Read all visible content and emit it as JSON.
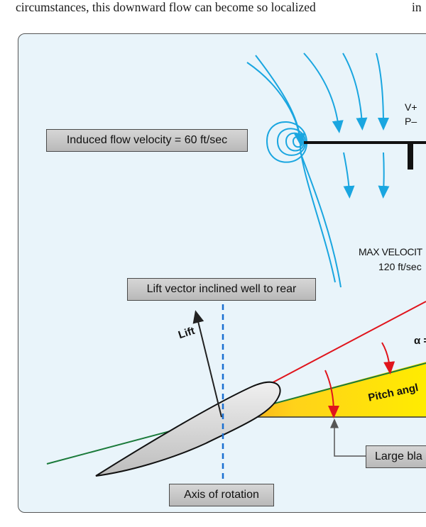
{
  "body_text": {
    "line": "circumstances, this downward flow can become so localized",
    "right_fragment": "in"
  },
  "labels": {
    "induced_flow": "Induced flow velocity = 60 ft/sec",
    "lift_vector": "Lift vector inclined well to rear",
    "axis_rotation": "Axis of rotation",
    "large_blade": "Large bla",
    "lift": "Lift",
    "v_plus": "V+",
    "p_minus": "P–",
    "max_velocity": "MAX VELOCIT",
    "max_velocity_value": "120 ft/sec",
    "pitch_angle": "Pitch angl",
    "alpha": "α ="
  },
  "colors": {
    "panel_bg": "#e9f4fa",
    "flow_blue": "#1aa6e0",
    "axis_blue": "#1a6fd1",
    "chord_red": "#e0141c",
    "relative_wind_green": "#1a7a3a",
    "pitch_fill_yellow": "#ffe000",
    "airfoil_fill": "#d8d8d8"
  },
  "icons": {
    "blade_tip": "blade-tip-vortex-icon",
    "flow_arrow": "arrow-down-icon",
    "lift_arrow": "arrow-up-icon"
  }
}
